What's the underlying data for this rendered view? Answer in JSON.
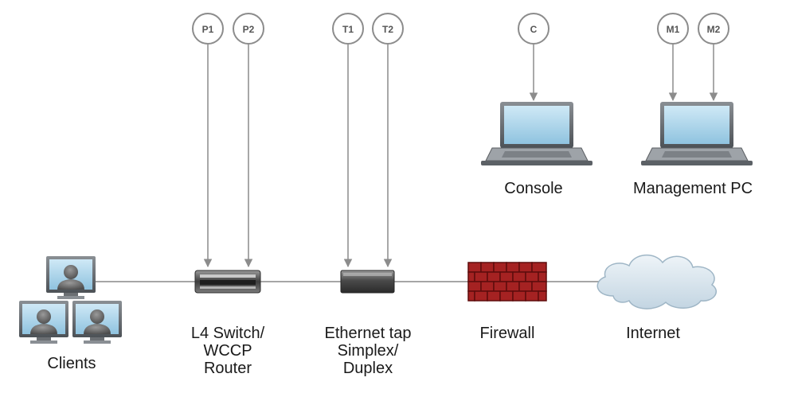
{
  "ports": {
    "p1": "P1",
    "p2": "P2",
    "t1": "T1",
    "t2": "T2",
    "c": "C",
    "m1": "M1",
    "m2": "M2"
  },
  "nodes": {
    "clients": "Clients",
    "switch_line1": "L4 Switch/",
    "switch_line2": "WCCP",
    "switch_line3": "Router",
    "tap_line1": "Ethernet tap",
    "tap_line2": "Simplex/",
    "tap_line3": "Duplex",
    "firewall": "Firewall",
    "internet": "Internet",
    "console": "Console",
    "management_pc": "Management PC"
  },
  "icons": {
    "clients": "computer-monitors-icon",
    "switch": "network-switch-icon",
    "tap": "ethernet-tap-icon",
    "firewall": "brick-firewall-icon",
    "internet": "cloud-icon",
    "console": "laptop-icon",
    "management_pc": "laptop-icon"
  },
  "colors": {
    "line": "#a6a6a6",
    "badge_stroke": "#8c8c8c",
    "brick": "#9b1c1c",
    "screen": "#a9d4ea",
    "cloud": "#dbe7f0"
  }
}
